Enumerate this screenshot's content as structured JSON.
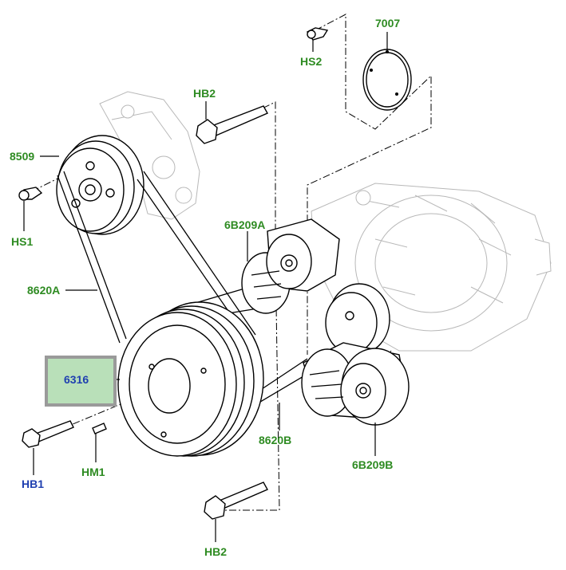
{
  "colors": {
    "label_green": "#2e8b22",
    "label_blue": "#1f3fb0",
    "highlight_fill": "#b9e0b9",
    "highlight_border": "#9a9a9a"
  },
  "labels": {
    "p7007": "7007",
    "hs2": "HS2",
    "hb2_top": "HB2",
    "p8509": "8509",
    "hs1": "HS1",
    "p6b209a": "6B209A",
    "p8620a": "8620A",
    "p6316": "6316",
    "hb1": "HB1",
    "hm1": "HM1",
    "p8620b": "8620B",
    "p6b209b": "6B209B",
    "hb2_bottom": "HB2"
  }
}
